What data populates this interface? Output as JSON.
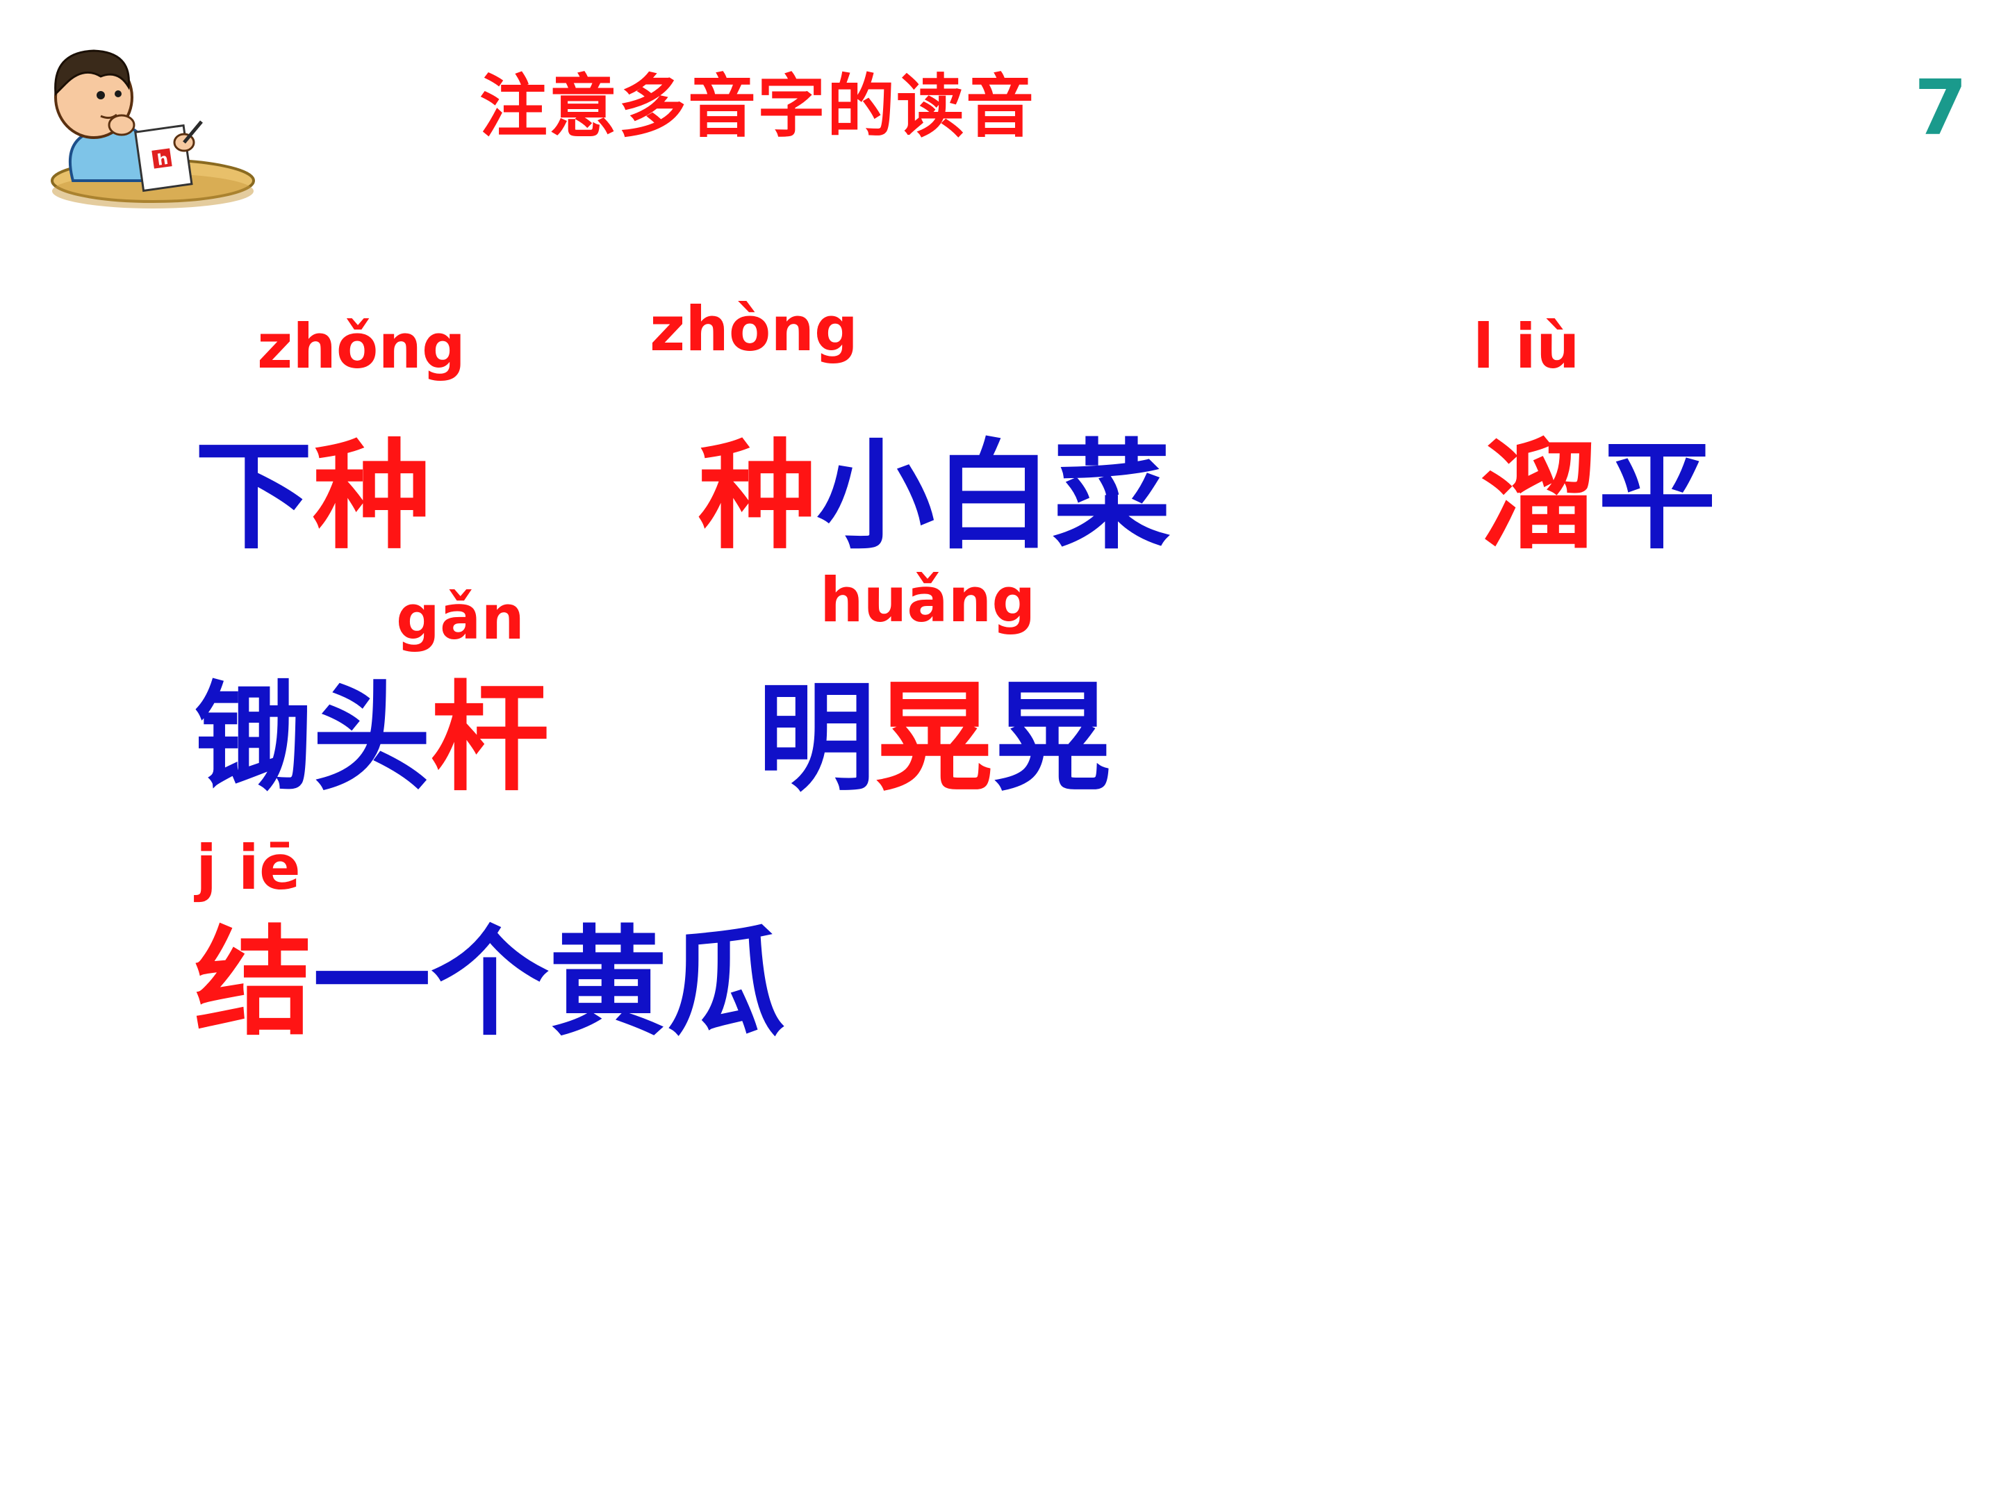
{
  "title": "注意多音字的读音",
  "page_number": "7",
  "colors": {
    "highlight": "#ff1414",
    "normal": "#1010c8",
    "page_number": "#1a9a8c",
    "pinyin": "#ff1414"
  },
  "pinyin": {
    "zhong3": "zhǒng",
    "zhong4": "zhòng",
    "liu4": "l iù",
    "gan3": "gǎn",
    "huang3": "huǎng",
    "jie1": "j iē"
  },
  "words": {
    "xiazhong": {
      "a": "下",
      "b": "种"
    },
    "zhongxiaobaicai": {
      "a": "种",
      "b": "小白菜"
    },
    "liuping": {
      "a": "溜",
      "b": "平"
    },
    "chutougan": {
      "a": "锄头",
      "b": "杆"
    },
    "minghuanghuang": {
      "a": "明",
      "b": "晃",
      "c": "晃"
    },
    "jieyigehuanggua": {
      "a": "结",
      "b": "一个黄瓜"
    }
  },
  "icons": {
    "mascot": "boy-studying-icon"
  }
}
